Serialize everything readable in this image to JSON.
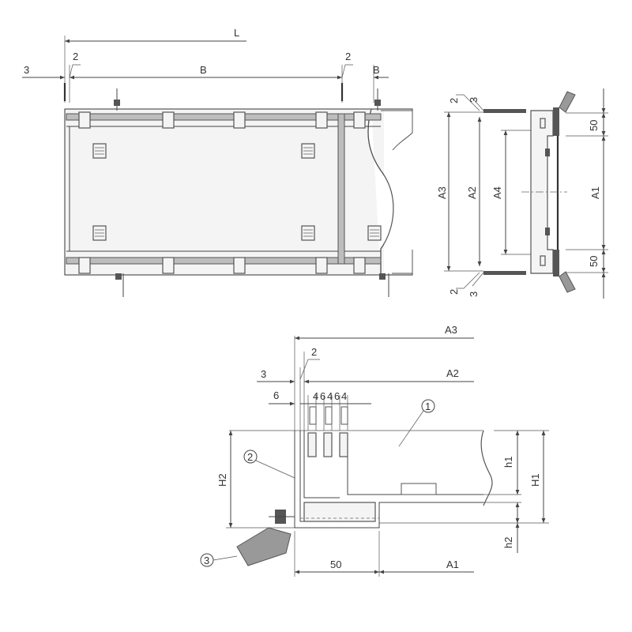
{
  "top_view": {
    "dim_L": "L",
    "dim_B_left": "B",
    "dim_B_right": "B",
    "dim_3": "3",
    "dim_2_left": "2",
    "dim_2_right": "2"
  },
  "side_view": {
    "dim_2_top": "2",
    "dim_3_top": "3",
    "dim_2_bottom": "2",
    "dim_3_bottom": "3",
    "dim_A3": "A3",
    "dim_A2": "A2",
    "dim_A4": "A4",
    "dim_A1": "A1",
    "dim_50_top": "50",
    "dim_50_bottom": "50"
  },
  "detail_view": {
    "dim_A3": "A3",
    "dim_2": "2",
    "dim_3": "3",
    "dim_A2": "A2",
    "dim_6": "6",
    "dim_4646": "4",
    "dim_4646_b": "6",
    "dim_4646_c": "4",
    "dim_4646_d": "6",
    "dim_4646_e": "4",
    "dim_H2": "H2",
    "dim_h1": "h1",
    "dim_H1": "H1",
    "dim_h2": "h2",
    "dim_50": "50",
    "dim_A1": "A1",
    "callout_1": "1",
    "callout_2": "2",
    "callout_3": "3"
  }
}
